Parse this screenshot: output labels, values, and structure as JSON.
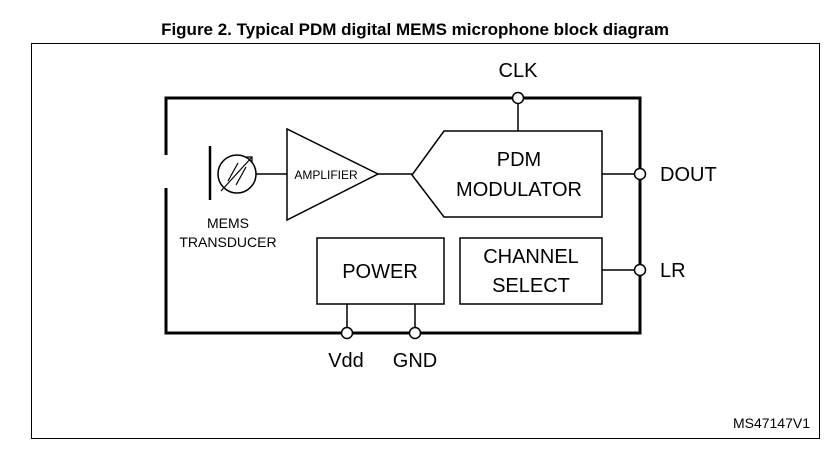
{
  "figure": {
    "title": "Figure 2. Typical PDM digital MEMS microphone block diagram",
    "id_label": "MS47147V1"
  },
  "blocks": {
    "amplifier": "AMPLIFIER",
    "pdm_modulator": [
      "PDM",
      "MODULATOR"
    ],
    "power": "POWER",
    "channel_select": [
      "CHANNEL",
      "SELECT"
    ],
    "transducer": [
      "MEMS",
      "TRANSDUCER"
    ]
  },
  "pins": {
    "clk": "CLK",
    "dout": "DOUT",
    "lr": "LR",
    "vdd": "Vdd",
    "gnd": "GND"
  }
}
